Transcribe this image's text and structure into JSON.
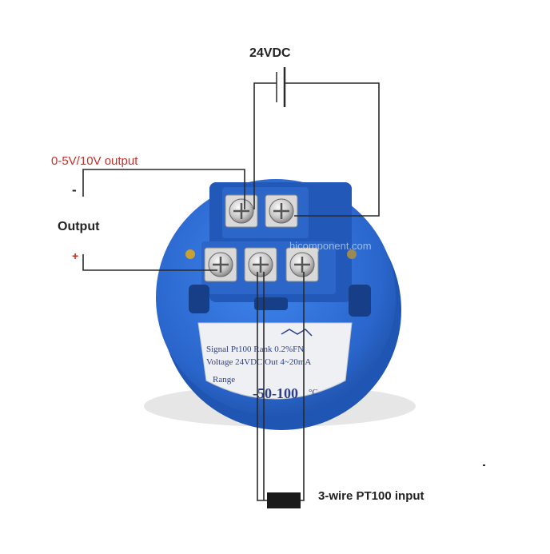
{
  "labels": {
    "power": "24VDC",
    "output_range": "0-5V/10V output",
    "minus": "-",
    "output": "Output",
    "plus": "+",
    "input": "3-wire PT100 input",
    "watermark": "hicomponent.com"
  },
  "plate": {
    "line1": "Signal  Pt100  Rank 0.2%FN",
    "line2": "Voltage 24VDC Out 4~20mA",
    "range_label": "Range",
    "range_value": "-50-100",
    "range_unit": "°C"
  },
  "colors": {
    "housing": "#2f6fd6",
    "housing_dark": "#1d4fa6",
    "wire": "#2a2a2a",
    "label_red": "#c8302a",
    "plate": "#eef0f4",
    "plate_text": "#2d3f8a"
  }
}
